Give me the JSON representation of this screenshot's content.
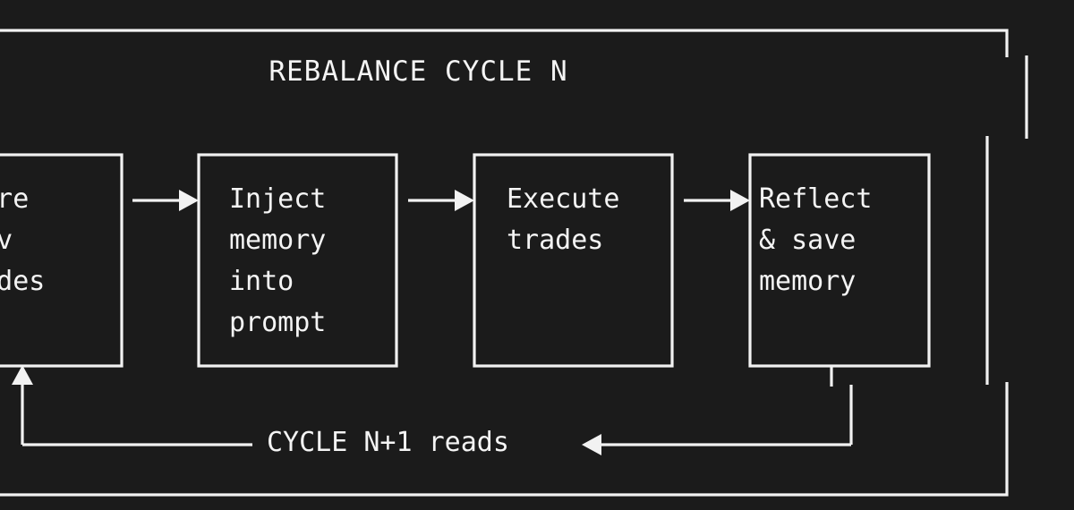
{
  "diagram": {
    "title": "REBALANCE CYCLE N",
    "background_color": "#1b1b1b",
    "line_color": "#f2f2f2",
    "text_color": "#f4f4f4",
    "boxes": [
      {
        "id": "store-prev-trades",
        "text": "Store\nprev\ntrades",
        "clipped_left": true
      },
      {
        "id": "inject-memory-into-prompt",
        "text": "Inject\nmemory\ninto\nprompt",
        "clipped_left": false
      },
      {
        "id": "execute-trades",
        "text": "Execute\ntrades",
        "clipped_left": false
      },
      {
        "id": "reflect-and-save-memory",
        "text": "Reflect\n& save\nmemory",
        "clipped_left": false
      }
    ],
    "feedback_label": "CYCLE N+1 reads",
    "connector_count": 3,
    "arrow_direction_between_boxes": "right",
    "feedback_arrow_direction": "left",
    "return_arrow_direction": "up"
  }
}
